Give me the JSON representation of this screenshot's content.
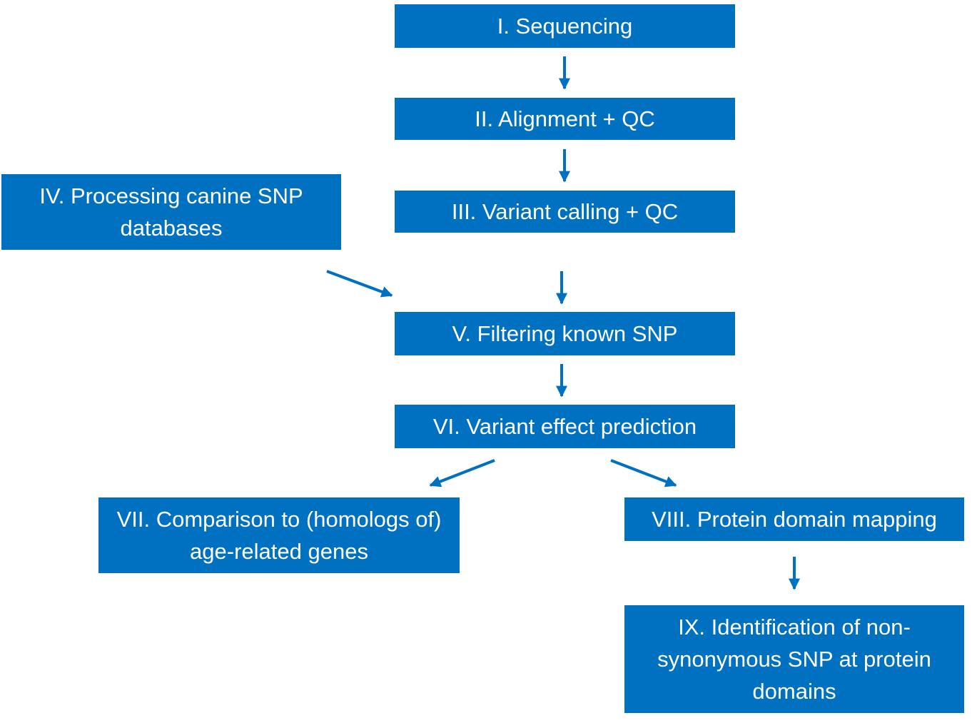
{
  "colors": {
    "box_fill": "#0070C0",
    "box_text": "#FFFFFF",
    "arrow": "#0070C0",
    "background": "#FFFFFF"
  },
  "steps": {
    "s1": "I. Sequencing",
    "s2": "II. Alignment + QC",
    "s3": "III. Variant calling + QC",
    "s4": "IV. Processing canine SNP databases",
    "s5": "V. Filtering known SNP",
    "s6": "VI. Variant effect prediction",
    "s7": "VII. Comparison to (homologs of) age-related genes",
    "s8": "VIII. Protein domain mapping",
    "s9": "IX. Identification of non-synonymous SNP at protein domains"
  },
  "edges": [
    {
      "from": "s1",
      "to": "s2"
    },
    {
      "from": "s2",
      "to": "s3"
    },
    {
      "from": "s3",
      "to": "s5"
    },
    {
      "from": "s4",
      "to": "s5"
    },
    {
      "from": "s5",
      "to": "s6"
    },
    {
      "from": "s6",
      "to": "s7"
    },
    {
      "from": "s6",
      "to": "s8"
    },
    {
      "from": "s8",
      "to": "s9"
    }
  ]
}
